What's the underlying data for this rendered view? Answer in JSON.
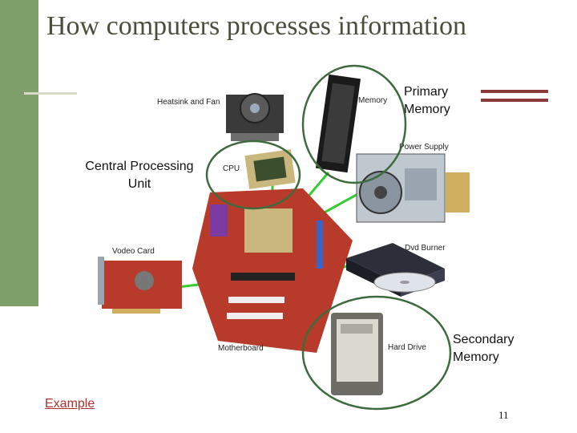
{
  "title": "How computers processes information",
  "labels": {
    "primary_memory": [
      "Primary",
      "Memory"
    ],
    "cpu": [
      "Central Processing",
      "Unit"
    ],
    "secondary_memory": [
      "Secondary",
      "Memory"
    ]
  },
  "component_captions": {
    "heatsink": "Heatsink and Fan",
    "memory": "Memory",
    "power_supply": "Power Supply",
    "cpu": "CPU",
    "video_card": "Vodeo Card",
    "dvd_burner": "Dvd Burner",
    "hard_drive": "Hard Drive",
    "motherboard": "Motherboard"
  },
  "link": {
    "example": "Example"
  },
  "page_number": "11",
  "colors": {
    "side_bar": "#7f9f6a",
    "accent_rule": "#8b3a3a",
    "connector": "#33cc33",
    "circle": "#3d6b3d"
  }
}
